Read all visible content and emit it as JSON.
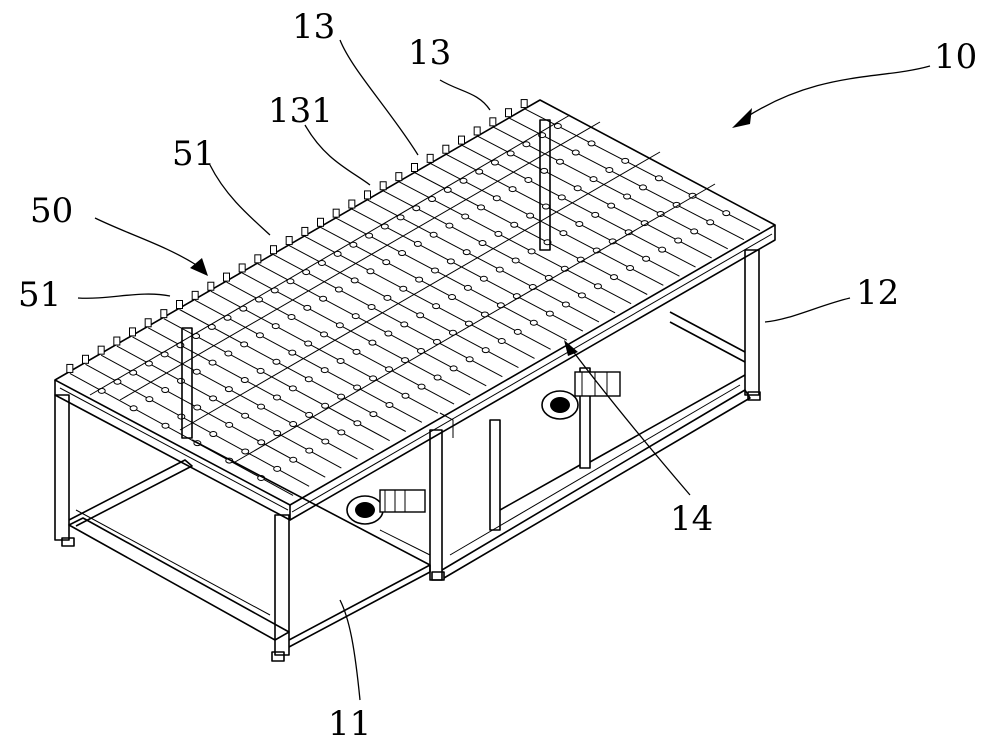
{
  "figure": {
    "labels": {
      "l10": "10",
      "l12": "12",
      "l13a": "13",
      "l13b": "13",
      "l131": "131",
      "l51a": "51",
      "l51b": "51",
      "l50": "50",
      "l14": "14",
      "l11": "11"
    }
  }
}
